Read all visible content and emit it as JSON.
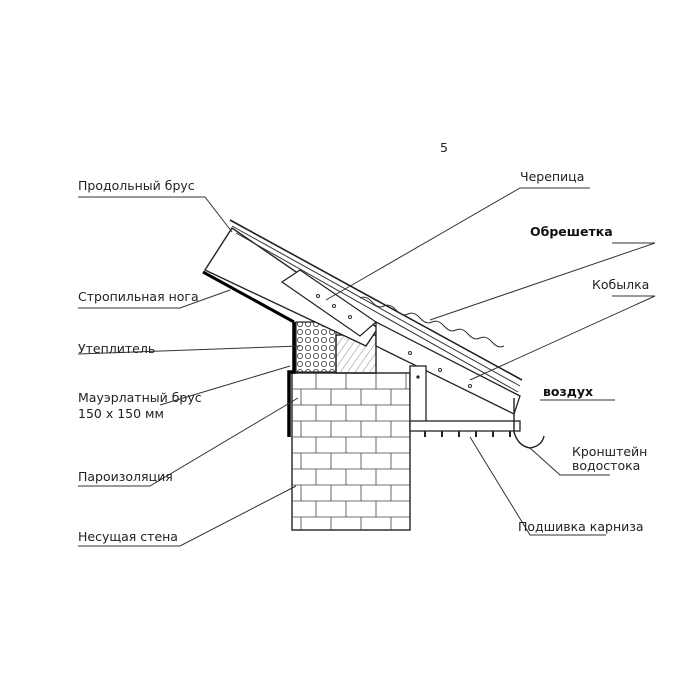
{
  "mark": "5",
  "labels": {
    "prodolny_brus": "Продольный брус",
    "stropilnaya_noga": "Стропильная нога",
    "uteplitel": "Утеплитель",
    "mauerlat_1": "Мауэрлатный брус",
    "mauerlat_2": "150 x 150 мм",
    "paroizolyaciya": "Пароизоляция",
    "nesushaya_stena": "Несущая стена",
    "cherepica": "Черепица",
    "obreshetka": "Обрешетка",
    "kobylka": "Кобылка",
    "vozduh": "воздух",
    "kronshtein_1": "Кронштейн",
    "kronshtein_2": "водостока",
    "podshivka": "Подшивка карниза"
  }
}
